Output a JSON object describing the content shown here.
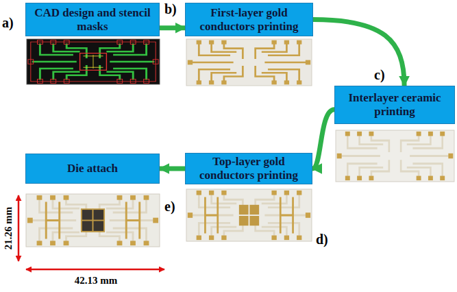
{
  "diagram": {
    "nodes": [
      {
        "text": [
          "CAD design and stencil masks"
        ]
      },
      {
        "text": [
          "First-layer gold conductors printing"
        ]
      },
      {
        "text": [
          "Interlayer ceramic printing"
        ]
      },
      {
        "text": [
          "Top-layer gold conductors printing"
        ]
      },
      {
        "text": [
          "Die attach"
        ]
      }
    ],
    "edges": [
      {
        "from": 0,
        "to": 1,
        "arrow": "to"
      },
      {
        "from": 1,
        "to": 2,
        "arrow": "to"
      },
      {
        "from": 2,
        "to": 3,
        "arrow": "to"
      },
      {
        "from": 3,
        "to": 4,
        "arrow": "to"
      }
    ],
    "labels": [
      "a)",
      "b)",
      "c)",
      "d)",
      "e)",
      "21.26 mm",
      "42.13 mm"
    ]
  }
}
